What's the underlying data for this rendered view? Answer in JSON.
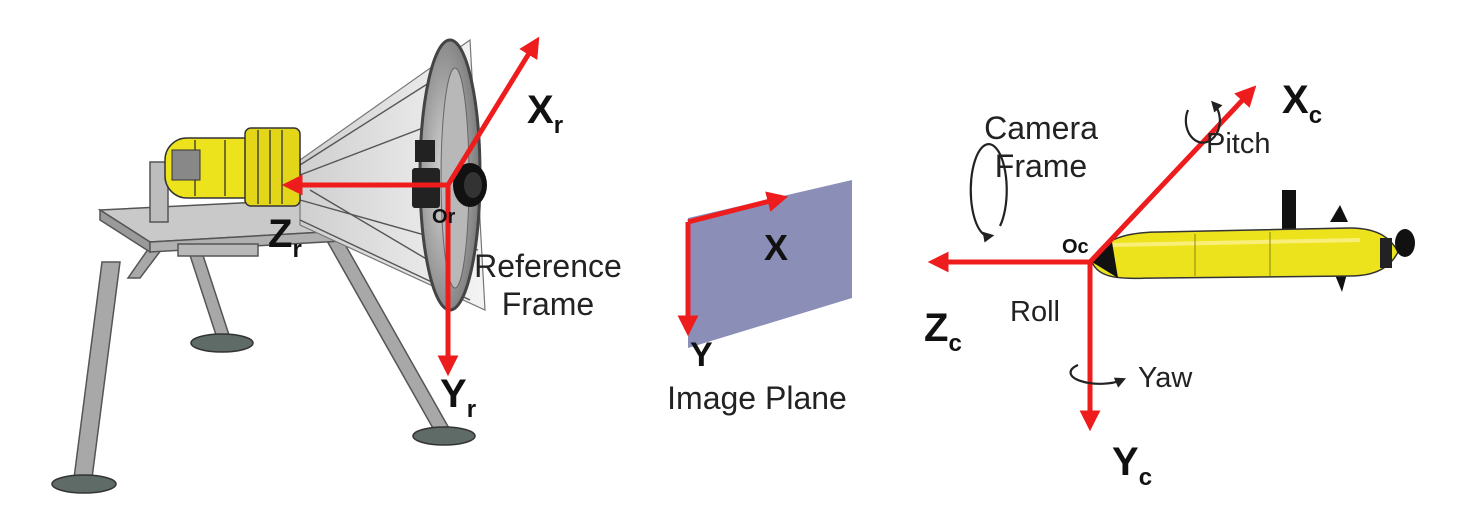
{
  "reference": {
    "caption_line1": "Reference",
    "caption_line2": "Frame",
    "origin": "Or",
    "x_axis": "X",
    "x_sub": "r",
    "y_axis": "Y",
    "y_sub": "r",
    "z_axis": "Z",
    "z_sub": "r"
  },
  "image_plane": {
    "caption": "Image Plane",
    "x_axis": "X",
    "y_axis": "Y"
  },
  "camera": {
    "caption_line1": "Camera",
    "caption_line2": "Frame",
    "origin": "Oc",
    "x_axis": "X",
    "x_sub": "c",
    "y_axis": "Y",
    "y_sub": "c",
    "z_axis": "Z",
    "z_sub": "c",
    "pitch": "Pitch",
    "roll": "Roll",
    "yaw": "Yaw"
  },
  "colors": {
    "axis_arrow": "#ee1c1c",
    "image_plane_fill": "#8b8fb8",
    "vehicle_yellow": "#ece31c",
    "rig_gray": "#9a9a9a"
  }
}
